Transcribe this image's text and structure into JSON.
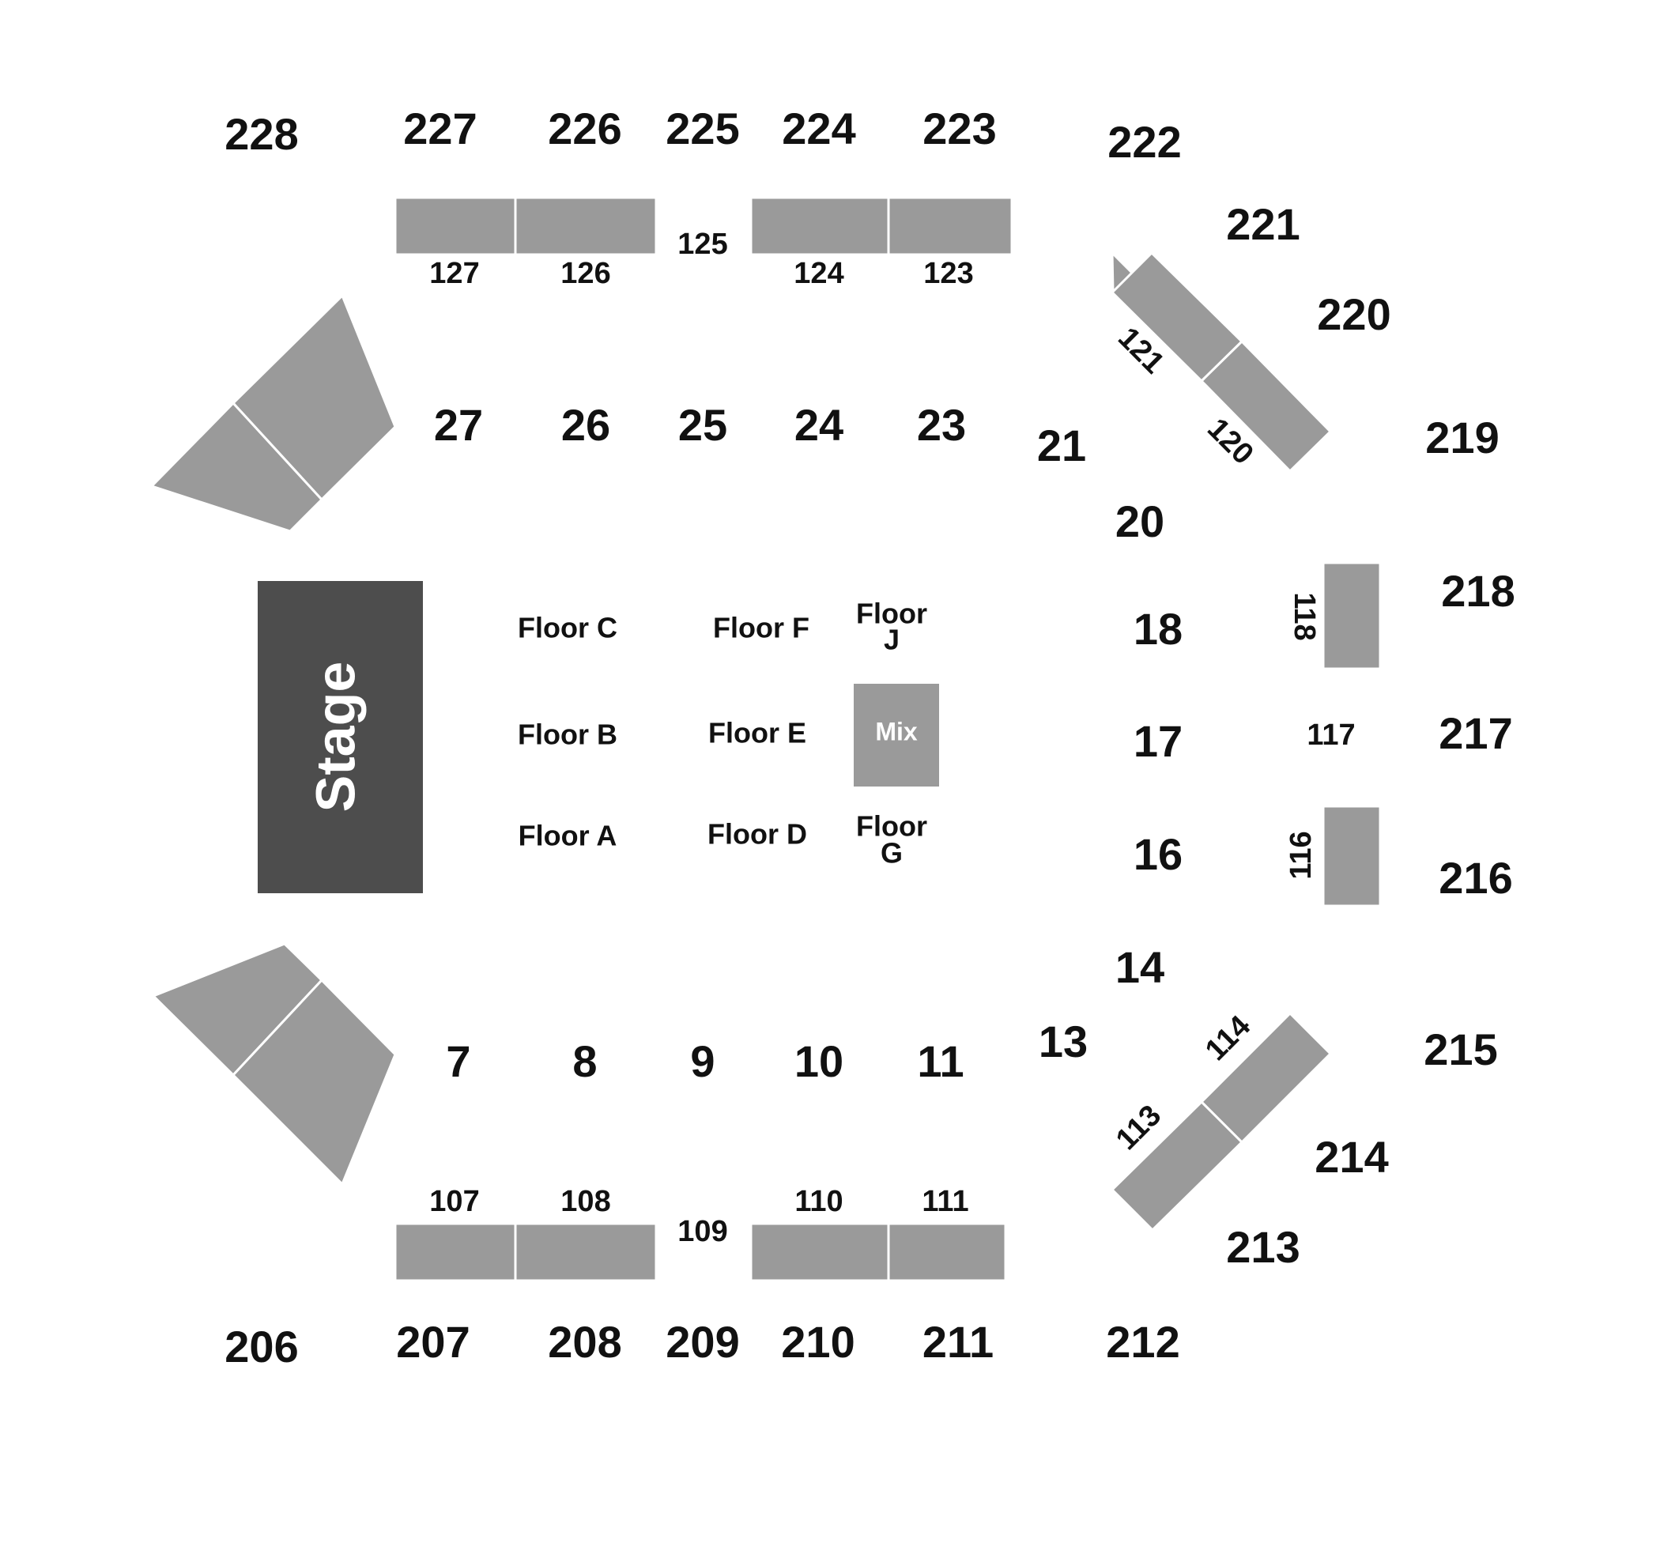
{
  "stage": {
    "label": "Stage"
  },
  "mix": {
    "label": "Mix"
  },
  "floor": {
    "a": "Floor A",
    "b": "Floor B",
    "c": "Floor C",
    "d": "Floor D",
    "e": "Floor E",
    "f": "Floor F",
    "g1": "Floor",
    "g2": "G",
    "j1": "Floor",
    "j2": "J"
  },
  "upper": {
    "s206": "206",
    "s207": "207",
    "s208": "208",
    "s209": "209",
    "s210": "210",
    "s211": "211",
    "s212": "212",
    "s213": "213",
    "s214": "214",
    "s215": "215",
    "s216": "216",
    "s217": "217",
    "s218": "218",
    "s219": "219",
    "s220": "220",
    "s221": "221",
    "s222": "222",
    "s223": "223",
    "s224": "224",
    "s225": "225",
    "s226": "226",
    "s227": "227",
    "s228": "228"
  },
  "lower": {
    "s107": "107",
    "s108": "108",
    "s109": "109",
    "s110": "110",
    "s111": "111",
    "s113": "113",
    "s114": "114",
    "s116": "116",
    "s117": "117",
    "s118": "118",
    "s120": "120",
    "s121": "121",
    "s123": "123",
    "s124": "124",
    "s125": "125",
    "s126": "126",
    "s127": "127"
  },
  "court": {
    "s7": "7",
    "s8": "8",
    "s9": "9",
    "s10": "10",
    "s11": "11",
    "s13": "13",
    "s14": "14",
    "s16": "16",
    "s17": "17",
    "s18": "18",
    "s20": "20",
    "s21": "21",
    "s23": "23",
    "s24": "24",
    "s25": "25",
    "s26": "26",
    "s27": "27"
  }
}
